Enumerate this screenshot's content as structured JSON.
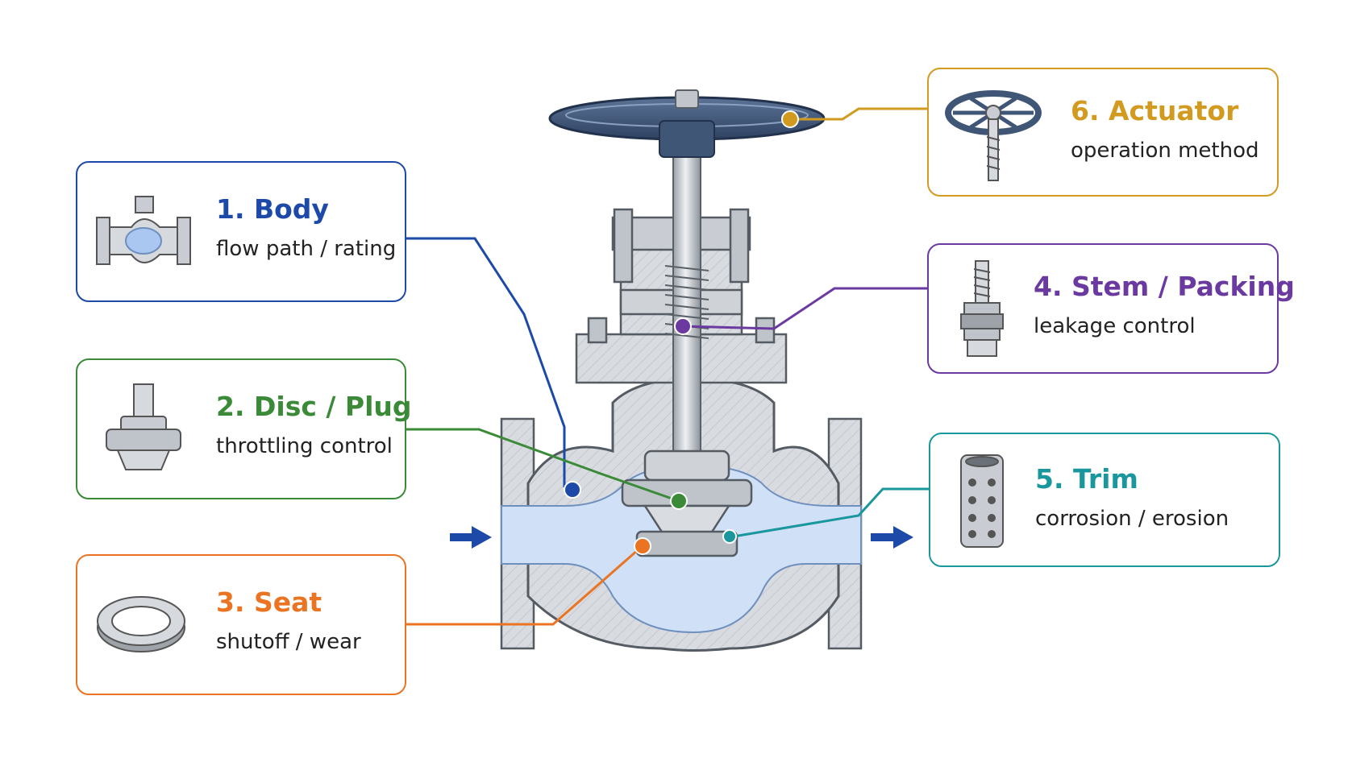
{
  "colors": {
    "body": "#1d4aa8",
    "disc": "#3a8a37",
    "seat": "#ea7422",
    "stem": "#6b3aa0",
    "trim": "#1a979c",
    "actuator": "#d29a1f",
    "flow_arrow": "#1d4aa8",
    "fluid": "#cfe0f7",
    "metal": "#d6d9de",
    "handwheel": "#3f5676"
  },
  "flow_arrows": {
    "inlet": "inlet-arrow-icon",
    "outlet": "outlet-arrow-icon"
  },
  "components": [
    {
      "key": "body",
      "title": "1. Body",
      "subtitle": "flow path / rating",
      "icon": "valve-body-icon"
    },
    {
      "key": "disc",
      "title": "2. Disc / Plug",
      "subtitle": "throttling control",
      "icon": "disc-plug-icon"
    },
    {
      "key": "seat",
      "title": "3. Seat",
      "subtitle": "shutoff / wear",
      "icon": "seat-ring-icon"
    },
    {
      "key": "stem",
      "title": "4. Stem / Packing",
      "subtitle": "leakage control",
      "icon": "stem-packing-icon"
    },
    {
      "key": "trim",
      "title": "5. Trim",
      "subtitle": "corrosion / erosion",
      "icon": "trim-cage-icon"
    },
    {
      "key": "actuator",
      "title": "6. Actuator",
      "subtitle": "operation method",
      "icon": "handwheel-actuator-icon"
    }
  ]
}
